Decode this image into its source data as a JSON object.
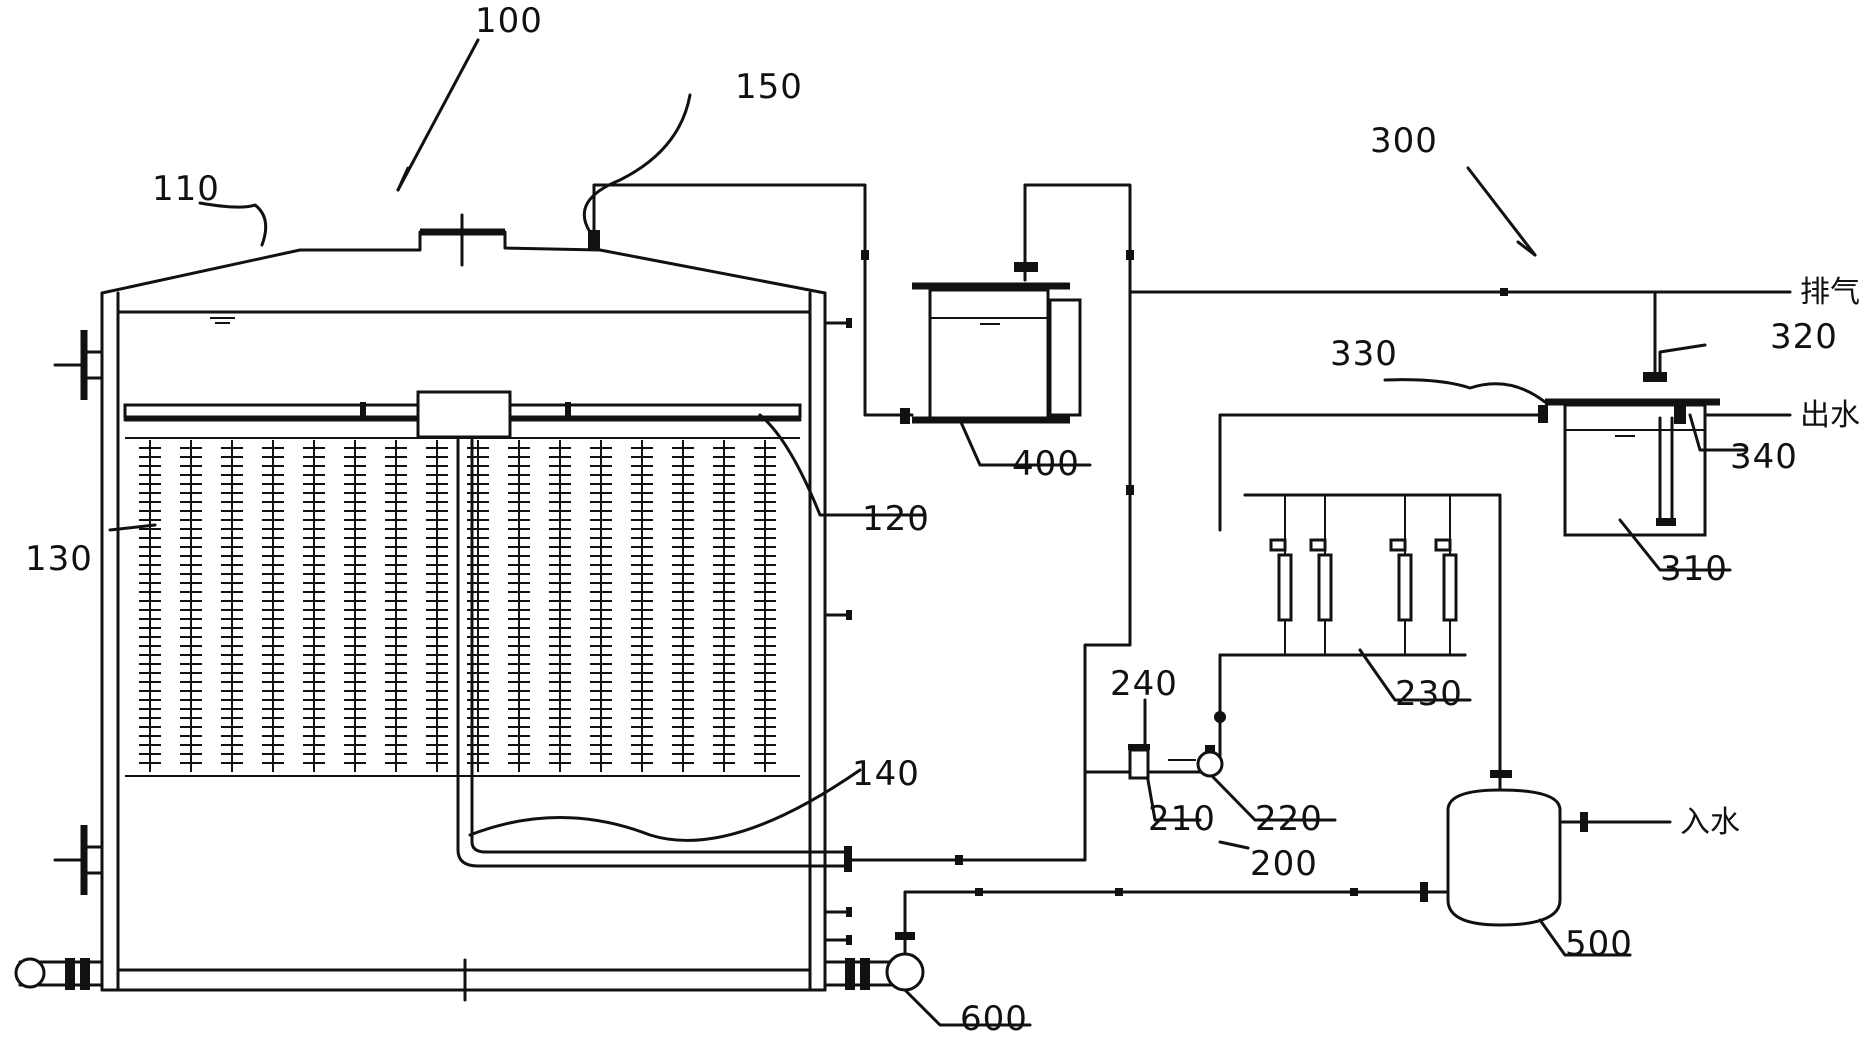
{
  "labels": {
    "l100": "100",
    "l110": "110",
    "l120": "120",
    "l130": "130",
    "l140": "140",
    "l150": "150",
    "l200": "200",
    "l210": "210",
    "l220": "220",
    "l230": "230",
    "l240": "240",
    "l300": "300",
    "l310": "310",
    "l320": "320",
    "l330": "330",
    "l340": "340",
    "l400": "400",
    "l500": "500",
    "l600": "600"
  },
  "streams": {
    "exhaust": "排气",
    "water_out": "出水",
    "water_in": "入水"
  }
}
